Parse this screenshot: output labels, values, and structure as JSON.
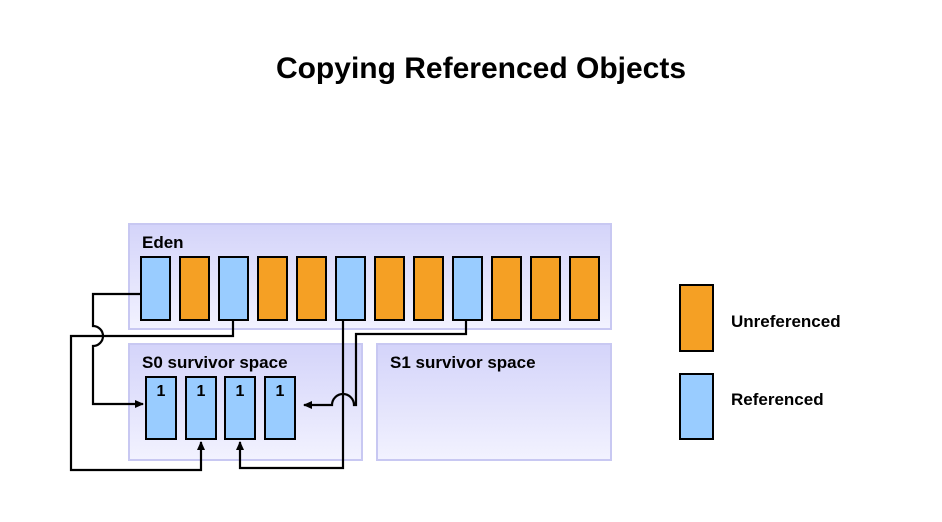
{
  "title": "Copying Referenced Objects",
  "eden": {
    "label": "Eden",
    "objects": [
      "referenced",
      "unreferenced",
      "referenced",
      "unreferenced",
      "unreferenced",
      "referenced",
      "unreferenced",
      "unreferenced",
      "referenced",
      "unreferenced",
      "unreferenced",
      "unreferenced"
    ]
  },
  "s0": {
    "label": "S0 survivor space",
    "objects": [
      "1",
      "1",
      "1",
      "1"
    ]
  },
  "s1": {
    "label": "S1 survivor space"
  },
  "legend": {
    "unreferenced": "Unreferenced",
    "referenced": "Referenced"
  },
  "colors": {
    "referenced": "#99ccff",
    "unreferenced": "#f5a024",
    "region": "#dcdcfb"
  }
}
